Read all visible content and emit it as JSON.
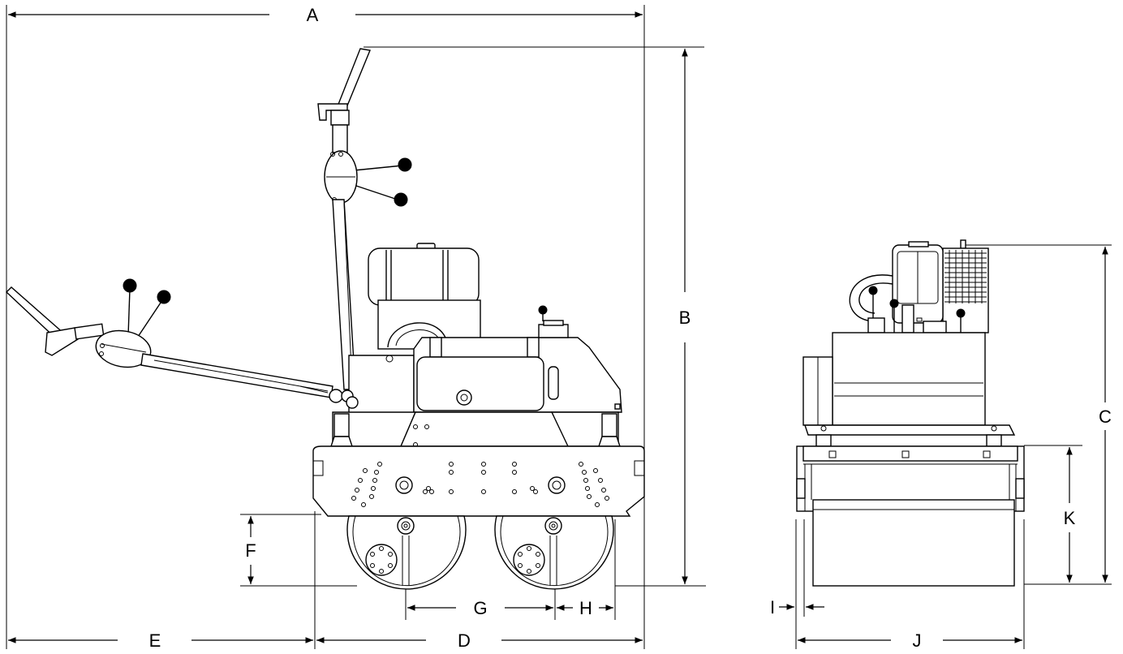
{
  "dimensions": {
    "A": "A",
    "B": "B",
    "C": "C",
    "D": "D",
    "E": "E",
    "F": "F",
    "G": "G",
    "H": "H",
    "I": "I",
    "J": "J",
    "K": "K"
  }
}
